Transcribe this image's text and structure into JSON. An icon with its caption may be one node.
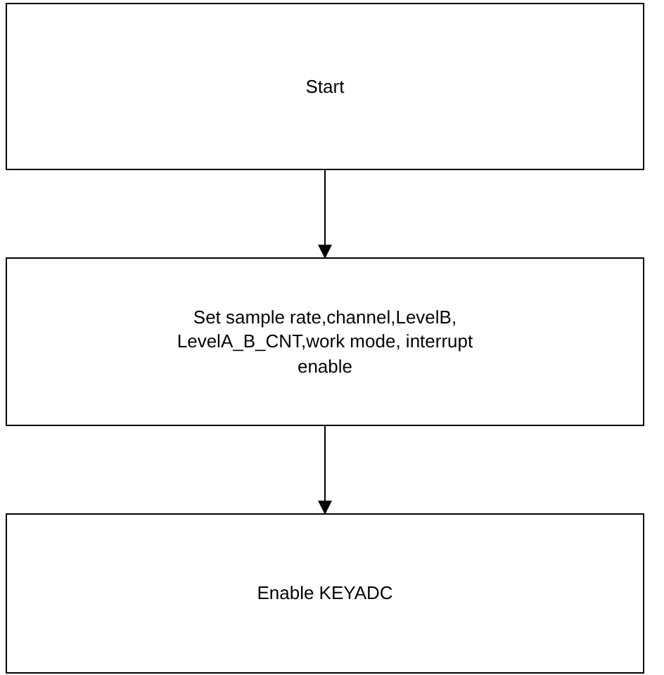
{
  "diagram": {
    "nodes": [
      {
        "text": [
          "Start"
        ]
      },
      {
        "text": [
          "Set sample rate,channel,LevelB, LevelA_B_CNT,work mode, interrupt enable"
        ]
      },
      {
        "text": [
          "Enable KEYADC"
        ]
      }
    ],
    "edges": [
      {
        "from": 0,
        "to": 1,
        "arrow": "to"
      },
      {
        "from": 1,
        "to": 2,
        "arrow": "to"
      }
    ]
  }
}
